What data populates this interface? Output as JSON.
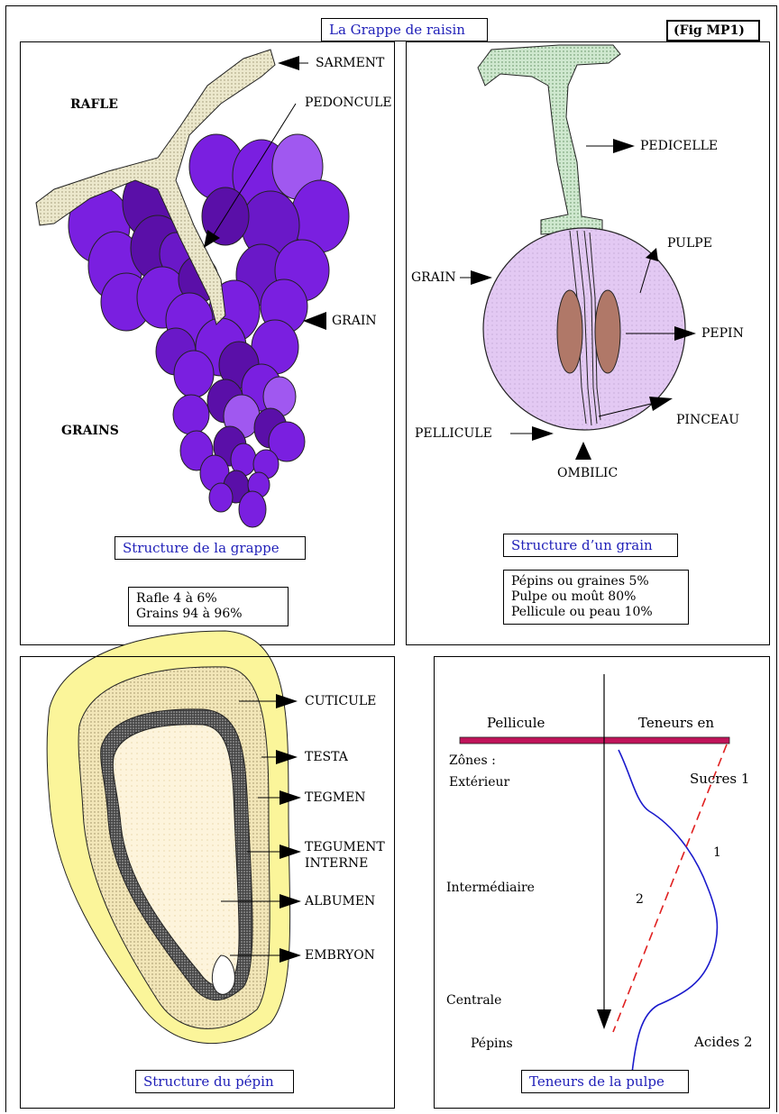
{
  "header": {
    "title": "La Grappe de raisin",
    "fig_id": "(Fig MP1)"
  },
  "panel_grappe": {
    "labels": {
      "sarment": "SARMENT",
      "rafle": "RAFLE",
      "pedoncule": "PEDONCULE",
      "grain": "GRAIN",
      "grains": "GRAINS"
    },
    "caption": "Structure de la grappe",
    "stats": [
      "Rafle 4 à 6%",
      "Grains 94 à 96%"
    ]
  },
  "panel_grain": {
    "labels": {
      "pedicelle": "PEDICELLE",
      "pulpe": "PULPE",
      "grain": "GRAIN",
      "pepin": "PEPIN",
      "pinceau": "PINCEAU",
      "pellicule": "PELLICULE",
      "ombilic": "OMBILIC"
    },
    "caption": "Structure d’un grain",
    "stats": [
      "Pépins ou graines 5%",
      "Pulpe ou moût 80%",
      "Pellicule ou peau 10%"
    ]
  },
  "panel_pepin": {
    "labels": {
      "cuticule": "CUTICULE",
      "testa": "TESTA",
      "tegmen": "TEGMEN",
      "tegument_1": "TEGUMENT",
      "tegument_2": "INTERNE",
      "albumen": "ALBUMEN",
      "embryon": "EMBRYON"
    },
    "caption": "Structure du pépin"
  },
  "panel_pulpe": {
    "header_left": "Pellicule",
    "header_right": "Teneurs en",
    "zones_label": "Zônes :",
    "zones": [
      "Extérieur",
      "Intermédiaire",
      "Centrale",
      "Pépins"
    ],
    "curve1_label": "Sucres 1",
    "curve2_label": "Acides 2",
    "curve1_marker": "1",
    "curve2_marker": "2",
    "caption": "Teneurs de la pulpe"
  },
  "colors": {
    "caption_text": "#1f1fb8",
    "grape_dark": "#5a0fa8",
    "grape_mid": "#7a1fe0",
    "grape_light": "#a058f0",
    "pulpe_fill": "#e3c9f3",
    "pepin_fill": "#b07868",
    "outer_layer": "#fbf59a",
    "stem_fill": "#ece8cc",
    "pedicel_fill": "#cfe8cf",
    "bar_color": "#c0145a",
    "curve_sucres": "#1a1acc",
    "curve_acides": "#e02020"
  }
}
